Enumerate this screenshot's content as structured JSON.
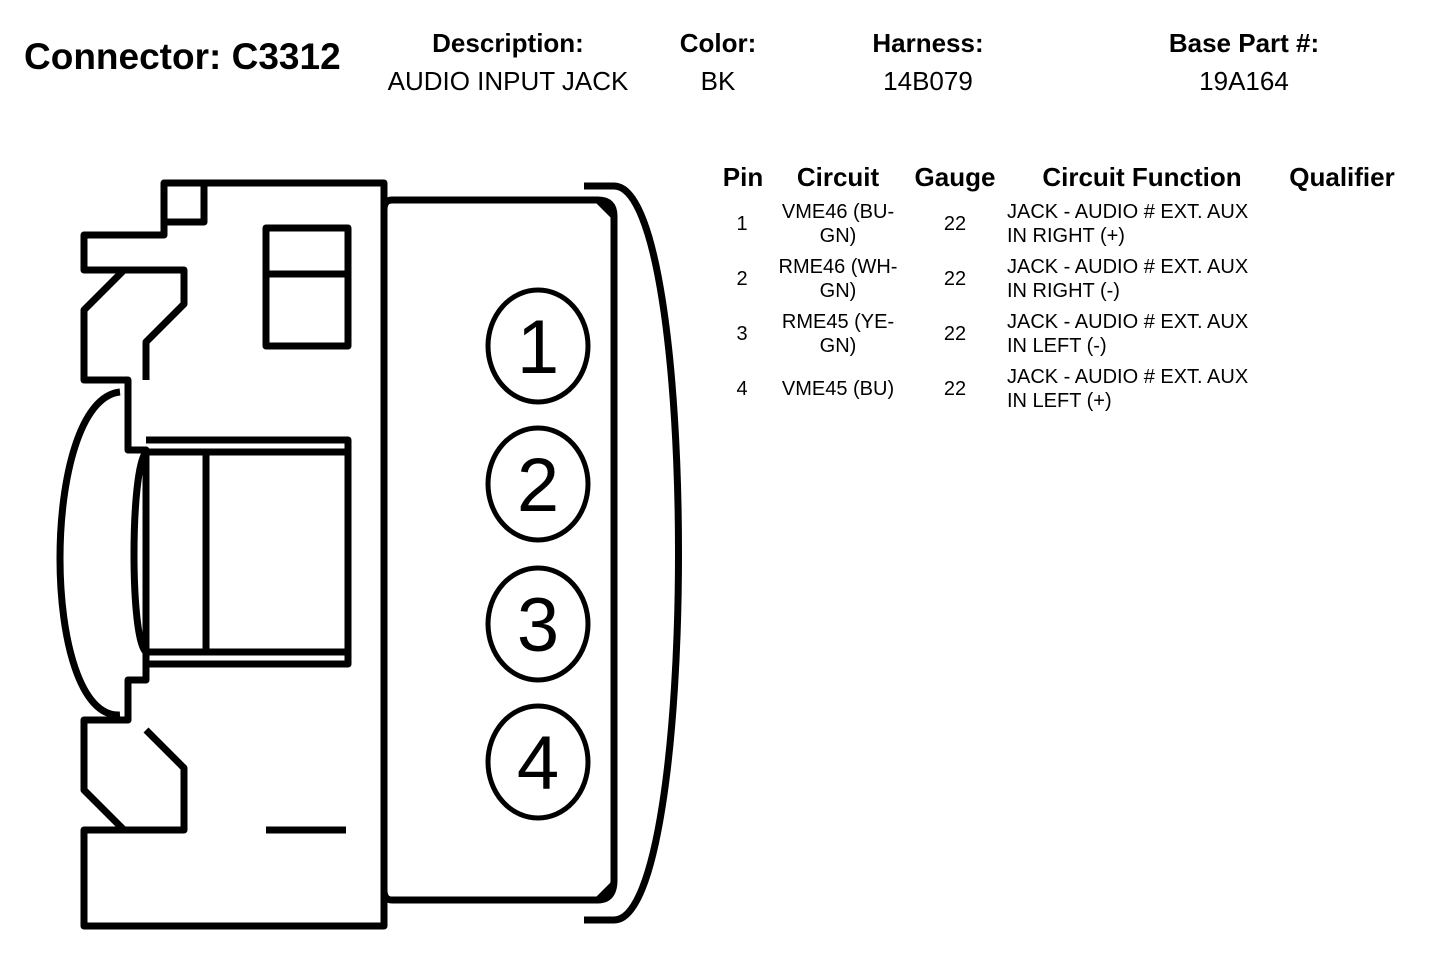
{
  "connector": {
    "label": "Connector:",
    "id": "C3312"
  },
  "meta": {
    "description": {
      "label": "Description:",
      "value": "AUDIO INPUT JACK"
    },
    "color": {
      "label": "Color:",
      "value": "BK"
    },
    "harness": {
      "label": "Harness:",
      "value": "14B079"
    },
    "base_part": {
      "label": "Base Part #:",
      "value": "19A164"
    }
  },
  "table": {
    "headers": {
      "pin": "Pin",
      "circuit": "Circuit",
      "gauge": "Gauge",
      "function": "Circuit Function",
      "qualifier": "Qualifier"
    },
    "rows": [
      {
        "pin": "1",
        "circuit_1": "VME46 (BU-",
        "circuit_2": "GN)",
        "gauge": "22",
        "function_1": "JACK - AUDIO # EXT. AUX",
        "function_2": "IN RIGHT (+)",
        "qualifier": ""
      },
      {
        "pin": "2",
        "circuit_1": "RME46 (WH-",
        "circuit_2": "GN)",
        "gauge": "22",
        "function_1": "JACK - AUDIO # EXT. AUX",
        "function_2": "IN RIGHT (-)",
        "qualifier": ""
      },
      {
        "pin": "3",
        "circuit_1": "RME45 (YE-",
        "circuit_2": "GN)",
        "gauge": "22",
        "function_1": "JACK - AUDIO # EXT. AUX",
        "function_2": "IN LEFT (-)",
        "qualifier": ""
      },
      {
        "pin": "4",
        "circuit_1": "VME45 (BU)",
        "circuit_2": "",
        "gauge": "22",
        "function_1": "JACK - AUDIO # EXT. AUX",
        "function_2": "IN LEFT (+)",
        "qualifier": ""
      }
    ]
  },
  "diagram": {
    "pin_labels": [
      "1",
      "2",
      "3",
      "4"
    ]
  }
}
